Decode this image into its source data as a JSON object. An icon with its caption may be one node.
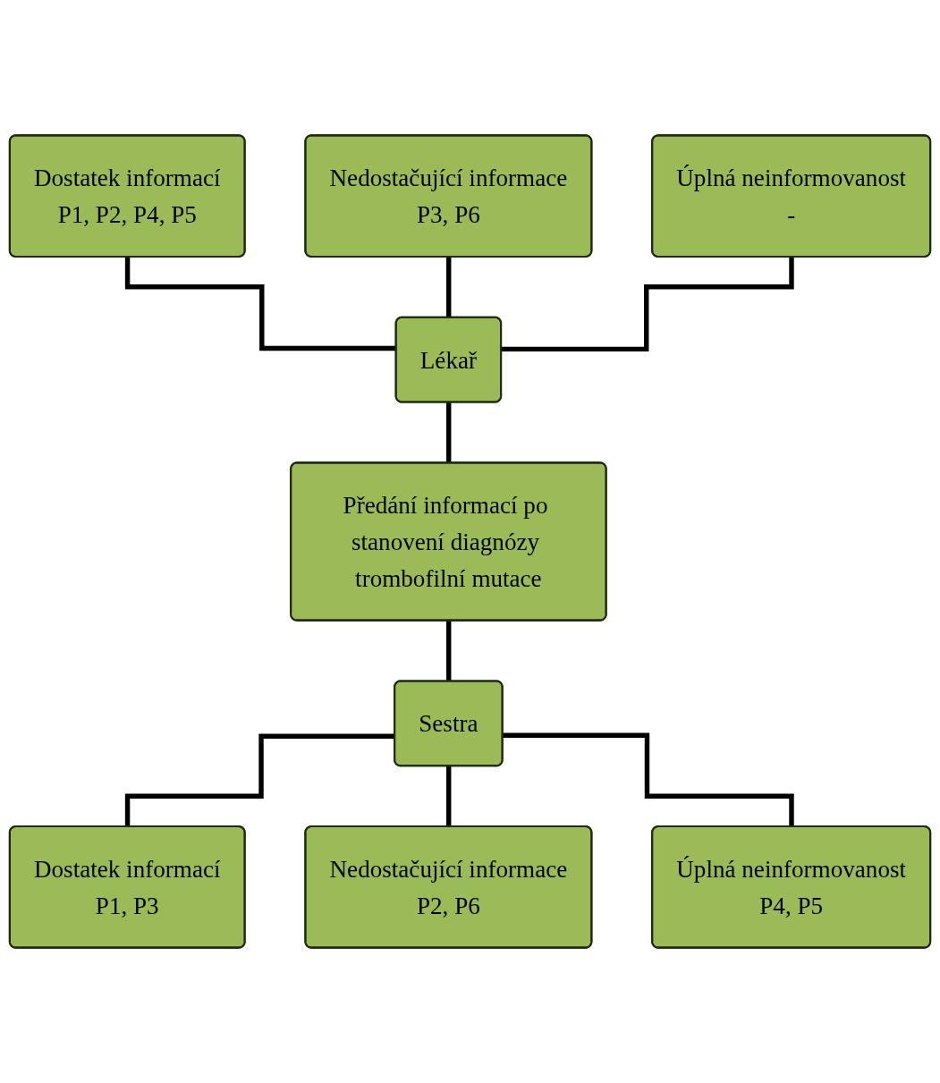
{
  "diagram": {
    "nodes": [
      {
        "text": [
          "Dostatek informací",
          "P1, P2, P4, P5"
        ]
      },
      {
        "text": [
          "Nedostačující informace",
          "P3, P6"
        ]
      },
      {
        "text": [
          "Úplná neinformovanost",
          "-"
        ]
      },
      {
        "text": [
          "Lékař"
        ]
      },
      {
        "text": [
          "Předání informací po stanovení diagnózy trombofilní mutace"
        ]
      },
      {
        "text": [
          "Sestra"
        ]
      },
      {
        "text": [
          "Dostatek informací",
          "P1, P3"
        ]
      },
      {
        "text": [
          "Nedostačující informace",
          "P2, P6"
        ]
      },
      {
        "text": [
          "Úplná neinformovanost",
          "P4, P5"
        ]
      }
    ],
    "edges": [
      {
        "from": 0,
        "to": 3,
        "arrow": "none"
      },
      {
        "from": 1,
        "to": 3,
        "arrow": "none"
      },
      {
        "from": 2,
        "to": 3,
        "arrow": "none"
      },
      {
        "from": 3,
        "to": 4,
        "arrow": "none"
      },
      {
        "from": 4,
        "to": 5,
        "arrow": "none"
      },
      {
        "from": 5,
        "to": 6,
        "arrow": "none"
      },
      {
        "from": 5,
        "to": 7,
        "arrow": "none"
      },
      {
        "from": 5,
        "to": 8,
        "arrow": "none"
      }
    ]
  }
}
